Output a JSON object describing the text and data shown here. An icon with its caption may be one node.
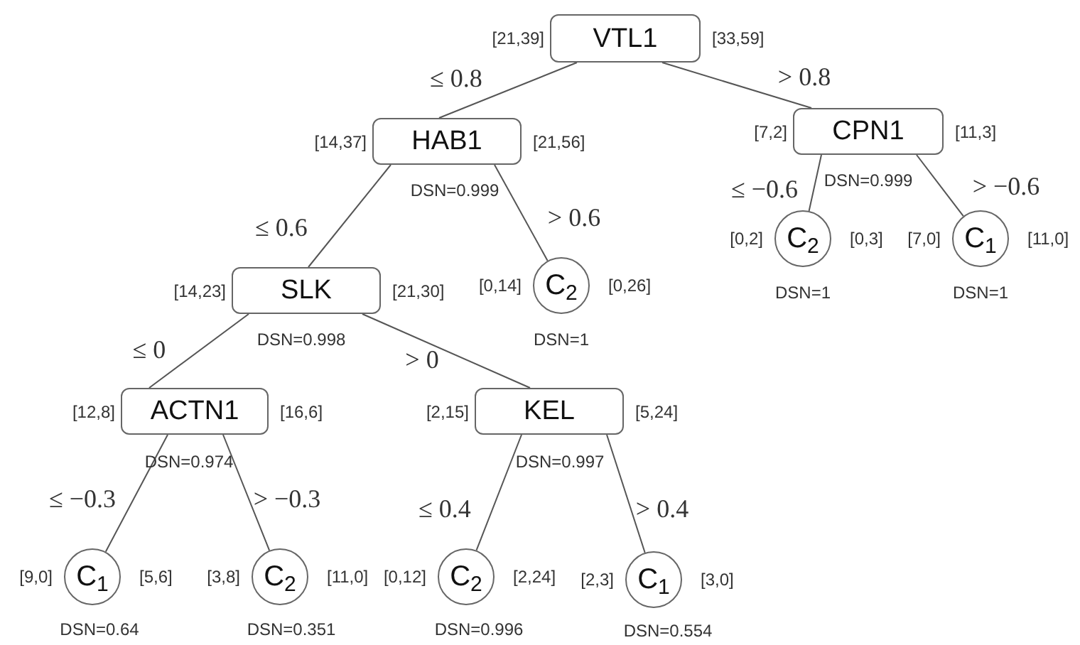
{
  "diagram": {
    "nodes": [
      {
        "text": [
          "VTL1"
        ],
        "beside": [
          "[21,39]",
          "[33,59]"
        ]
      },
      {
        "text": [
          "HAB1"
        ],
        "beside": [
          "[14,37]",
          "[21,56]",
          "DSN=0.999"
        ]
      },
      {
        "text": [
          "CPN1"
        ],
        "beside": [
          "[7,2]",
          "[11,3]",
          "DSN=0.999"
        ]
      },
      {
        "text": [
          "C$_{2}$"
        ],
        "beside": [
          "[0,2]",
          "[0,3]",
          "DSN=1"
        ]
      },
      {
        "text": [
          "C$_{1}$"
        ],
        "beside": [
          "[7,0]",
          "[11,0]",
          "DSN=1"
        ]
      },
      {
        "text": [
          "SLK"
        ],
        "beside": [
          "[14,23]",
          "[21,30]",
          "DSN=0.998"
        ]
      },
      {
        "text": [
          "C$_{2}$"
        ],
        "beside": [
          "[0,14]",
          "[0,26]",
          "DSN=1"
        ]
      },
      {
        "text": [
          "ACTN1"
        ],
        "beside": [
          "[12,8]",
          "[16,6]",
          "DSN=0.974"
        ]
      },
      {
        "text": [
          "KEL"
        ],
        "beside": [
          "[2,15]",
          "[5,24]",
          "DSN=0.997"
        ]
      },
      {
        "text": [
          "C$_{1}$"
        ],
        "beside": [
          "[9,0]",
          "[5,6]",
          "DSN=0.64"
        ]
      },
      {
        "text": [
          "C$_{2}$"
        ],
        "beside": [
          "[3,8]",
          "[11,0]",
          "DSN=0.351"
        ]
      },
      {
        "text": [
          "C$_{2}$"
        ],
        "beside": [
          "[0,12]",
          "[2,24]",
          "DSN=0.996"
        ]
      },
      {
        "text": [
          "C$_{1}$"
        ],
        "beside": [
          "[2,3]",
          "[3,0]",
          "DSN=0.554"
        ]
      }
    ],
    "edges": [
      {
        "from": 0,
        "to": 1,
        "arrow": "none",
        "label": "≤ 0.8"
      },
      {
        "from": 0,
        "to": 2,
        "arrow": "none",
        "label": "> 0.8"
      },
      {
        "from": 2,
        "to": 3,
        "arrow": "none",
        "label": "≤ −0.6"
      },
      {
        "from": 2,
        "to": 4,
        "arrow": "none",
        "label": "> −0.6"
      },
      {
        "from": 1,
        "to": 5,
        "arrow": "none",
        "label": "≤ 0.6"
      },
      {
        "from": 1,
        "to": 6,
        "arrow": "none",
        "label": "> 0.6"
      },
      {
        "from": 5,
        "to": 7,
        "arrow": "none",
        "label": "≤ 0"
      },
      {
        "from": 5,
        "to": 8,
        "arrow": "none",
        "label": "> 0"
      },
      {
        "from": 7,
        "to": 9,
        "arrow": "none",
        "label": "≤ −0.3"
      },
      {
        "from": 7,
        "to": 10,
        "arrow": "none",
        "label": "> −0.3"
      },
      {
        "from": 8,
        "to": 11,
        "arrow": "none",
        "label": "≤ 0.4"
      },
      {
        "from": 8,
        "to": 12,
        "arrow": "none",
        "label": "> 0.4"
      }
    ]
  }
}
